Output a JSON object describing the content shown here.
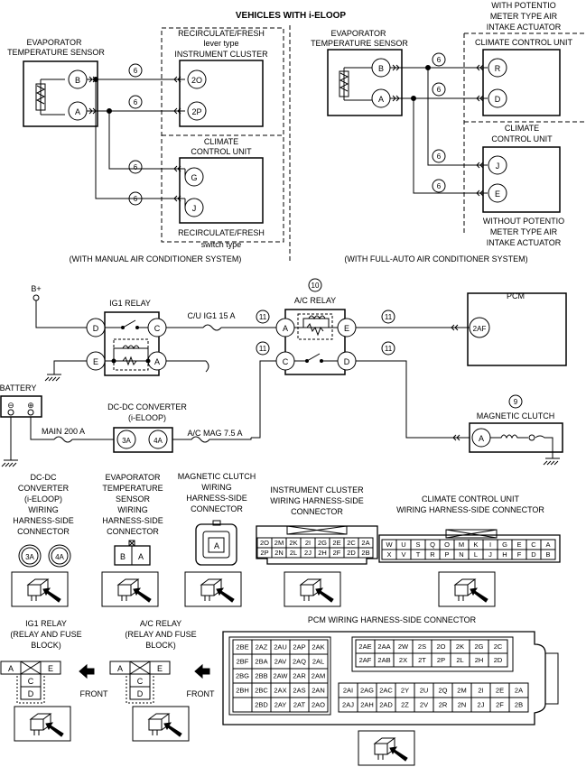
{
  "top": {
    "header": "VEHICLES WITH i-ELOOP",
    "left": {
      "sensor": [
        "EVAPORATOR",
        "TEMPERATURE SENSOR"
      ],
      "pins": [
        "B",
        "A"
      ],
      "recirc_lever": [
        "RECIRCULATE/FRESH",
        "lever type",
        "INSTRUMENT CLUSTER"
      ],
      "cluster_pins": [
        "2O",
        "2P"
      ],
      "ccu": [
        "CLIMATE",
        "CONTROL UNIT"
      ],
      "ccu_pins": [
        "G",
        "J"
      ],
      "recirc_switch": [
        "RECIRCULATE/FRESH",
        "switch type"
      ],
      "system": "(WITH MANUAL AIR CONDITIONER SYSTEM)",
      "wire": "6"
    },
    "right": {
      "sensor": [
        "EVAPORATOR",
        "TEMPERATURE SENSOR"
      ],
      "pins": [
        "B",
        "A"
      ],
      "with_potentio": [
        "WITH POTENTIO",
        "METER TYPE AIR",
        "INTAKE ACTUATOR"
      ],
      "ccu_top": "CLIMATE CONTROL UNIT",
      "ccu_top_pins": [
        "R",
        "D"
      ],
      "ccu_bottom": [
        "CLIMATE",
        "CONTROL UNIT"
      ],
      "ccu_bottom_pins": [
        "J",
        "E"
      ],
      "without_potentio": [
        "WITHOUT POTENTIO",
        "METER TYPE AIR",
        "INTAKE ACTUATOR"
      ],
      "system": "(WITH FULL-AUTO AIR CONDITIONER SYSTEM)",
      "wire": "6"
    }
  },
  "middle": {
    "bplus": "B+",
    "ig1_relay": "IG1 RELAY",
    "ig1_pins": [
      "D",
      "C",
      "E",
      "A"
    ],
    "fuse_cu": "C/U IG1 15 A",
    "ac_relay_num": "10",
    "ac_relay": "A/C RELAY",
    "ac_pins": [
      "A",
      "E",
      "C",
      "D"
    ],
    "wire11": "11",
    "pcm": "PCM",
    "pcm_pin": "2AF",
    "battery": "BATTERY",
    "battery_signs": [
      "⊖",
      "⊕"
    ],
    "dcdc": [
      "DC-DC CONVERTER",
      "(i-ELOOP)"
    ],
    "dcdc_pins": [
      "3A",
      "4A"
    ],
    "main_fuse": "MAIN 200 A",
    "mag_fuse": "A/C MAG 7.5 A",
    "mag_num": "9",
    "mag": "MAGNETIC CLUTCH",
    "mag_pin": "A"
  },
  "connectors": {
    "dcdc": [
      "DC-DC",
      "CONVERTER",
      "(i-ELOOP)",
      "WIRING",
      "HARNESS-SIDE",
      "CONNECTOR"
    ],
    "dcdc_pins": [
      "3A",
      "4A"
    ],
    "evap": [
      "EVAPORATOR",
      "TEMPERATURE",
      "SENSOR",
      "WIRING",
      "HARNESS-SIDE",
      "CONNECTOR"
    ],
    "evap_pins": [
      "B",
      "A"
    ],
    "mag": [
      "MAGNETIC CLUTCH",
      "WIRING",
      "HARNESS-SIDE",
      "CONNECTOR"
    ],
    "mag_pin": "A",
    "cluster": [
      "INSTRUMENT CLUSTER",
      "WIRING HARNESS-SIDE",
      "CONNECTOR"
    ],
    "cluster_rows": [
      [
        "2O",
        "2M",
        "2K",
        "2I",
        "2G",
        "2E",
        "2C",
        "2A"
      ],
      [
        "2P",
        "2N",
        "2L",
        "2J",
        "2H",
        "2F",
        "2D",
        "2B"
      ]
    ],
    "ccu": [
      "CLIMATE CONTROL UNIT",
      "WIRING HARNESS-SIDE CONNECTOR"
    ],
    "ccu_rows": [
      [
        "W",
        "U",
        "S",
        "Q",
        "O",
        "M",
        "K",
        "I",
        "G",
        "E",
        "C",
        "A"
      ],
      [
        "X",
        "V",
        "T",
        "R",
        "P",
        "N",
        "L",
        "J",
        "H",
        "F",
        "D",
        "B"
      ]
    ]
  },
  "bottom": {
    "ig1": [
      "IG1 RELAY",
      "(RELAY AND FUSE",
      "BLOCK)"
    ],
    "ac": [
      "A/C RELAY",
      "(RELAY AND FUSE",
      "BLOCK)"
    ],
    "relay_pins": [
      "A",
      "E",
      "C",
      "D"
    ],
    "front": "FRONT",
    "pcm_title": "PCM WIRING HARNESS-SIDE CONNECTOR",
    "pcm_left": [
      [
        "2BE",
        "2AZ",
        "2AU",
        "2AP",
        "2AK"
      ],
      [
        "2BF",
        "2BA",
        "2AV",
        "2AQ",
        "2AL"
      ],
      [
        "2BG",
        "2BB",
        "2AW",
        "2AR",
        "2AM"
      ],
      [
        "2BH",
        "2BC",
        "2AX",
        "2AS",
        "2AN"
      ],
      [
        "",
        "2BD",
        "2AY",
        "2AT",
        "2AO"
      ]
    ],
    "pcm_right_top": [
      [
        "2AE",
        "2AA",
        "2W",
        "2S",
        "2O",
        "2K",
        "2G",
        "2C"
      ],
      [
        "2AF",
        "2AB",
        "2X",
        "2T",
        "2P",
        "2L",
        "2H",
        "2D"
      ]
    ],
    "pcm_right_bottom": [
      [
        "2AI",
        "2AG",
        "2AC",
        "2Y",
        "2U",
        "2Q",
        "2M",
        "2I",
        "2E",
        "2A"
      ],
      [
        "2AJ",
        "2AH",
        "2AD",
        "2Z",
        "2V",
        "2R",
        "2N",
        "2J",
        "2F",
        "2B"
      ]
    ]
  }
}
